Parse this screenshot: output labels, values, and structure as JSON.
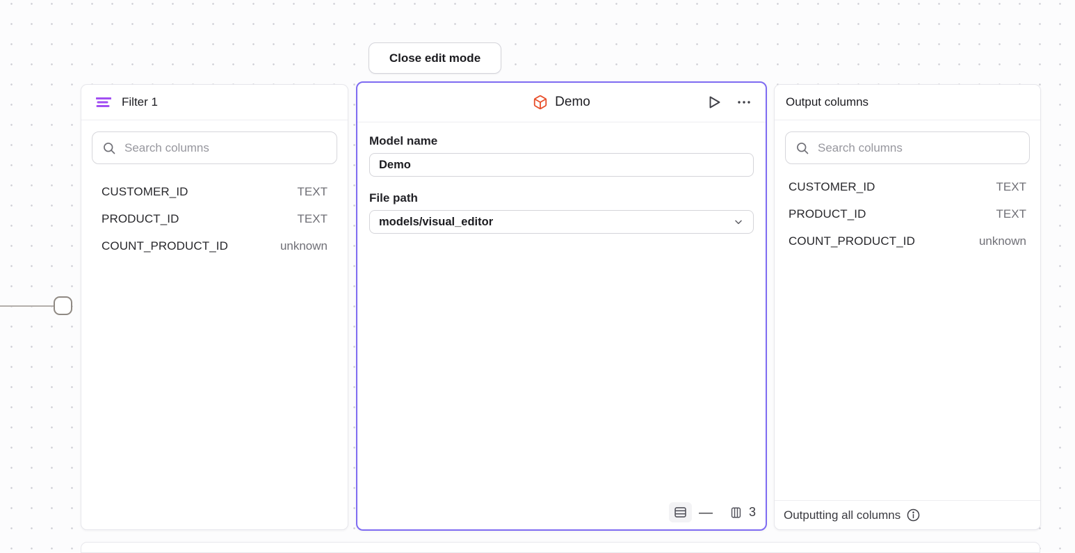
{
  "edit_bar": {
    "close_button_label": "Close edit mode"
  },
  "filter_node": {
    "title": "Filter 1",
    "search_placeholder": "Search columns",
    "columns": [
      {
        "name": "CUSTOMER_ID",
        "type": "TEXT"
      },
      {
        "name": "PRODUCT_ID",
        "type": "TEXT"
      },
      {
        "name": "COUNT_PRODUCT_ID",
        "type": "unknown"
      }
    ]
  },
  "model_node": {
    "title": "Demo",
    "model_name_label": "Model name",
    "model_name_value": "Demo",
    "file_path_label": "File path",
    "file_path_value": "models/visual_editor",
    "row_count": "—",
    "column_count": "3",
    "icons": {
      "header_icon": "model-cube-icon",
      "run_icon": "play-icon",
      "menu_icon": "ellipsis-icon",
      "rows_icon": "table-rows-icon",
      "columns_icon": "table-columns-icon"
    }
  },
  "output_node": {
    "title": "Output columns",
    "search_placeholder": "Search columns",
    "columns": [
      {
        "name": "CUSTOMER_ID",
        "type": "TEXT"
      },
      {
        "name": "PRODUCT_ID",
        "type": "TEXT"
      },
      {
        "name": "COUNT_PRODUCT_ID",
        "type": "unknown"
      }
    ],
    "footer_text": "Outputting all columns"
  },
  "colors": {
    "selection_accent": "#7e6bf2",
    "filter_icon_purple": "#a24ff2",
    "model_icon_orange": "#e8502c",
    "canvas_dot": "#cdcdd4",
    "muted_text": "#6f6f76"
  }
}
